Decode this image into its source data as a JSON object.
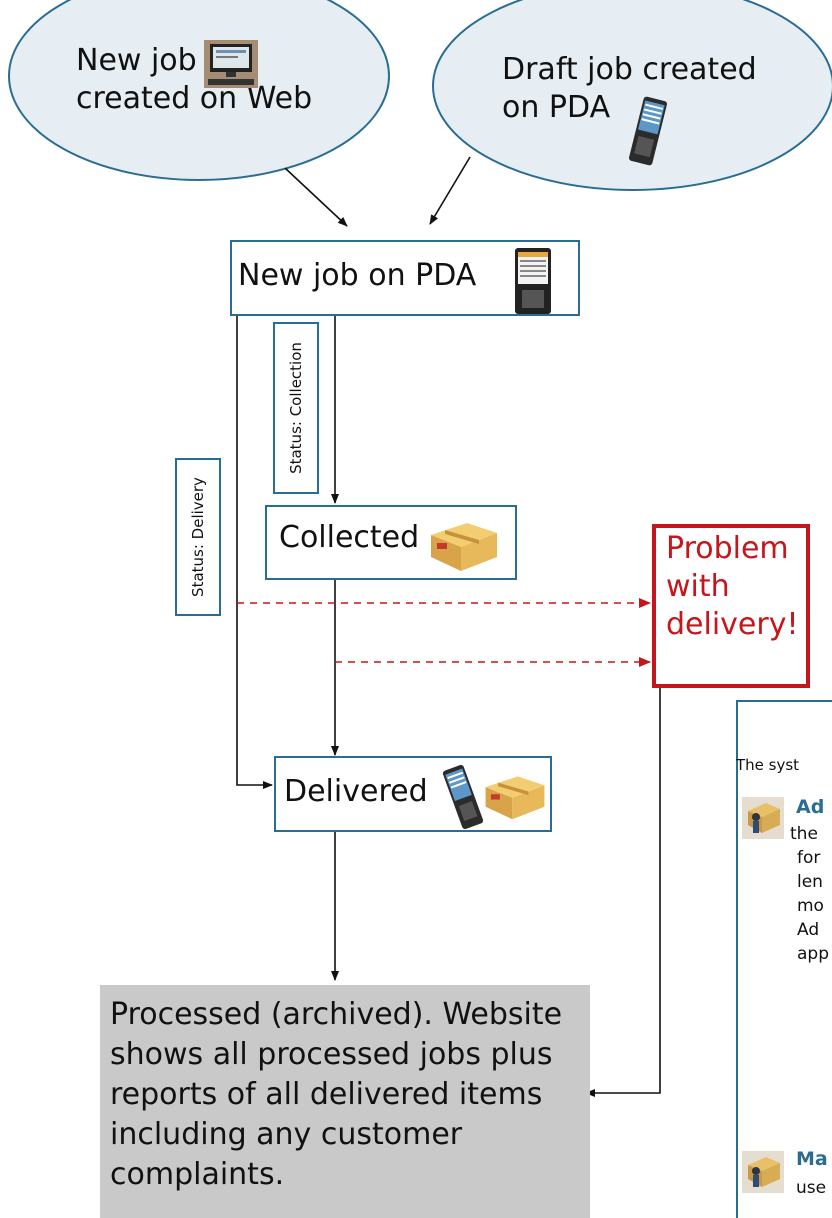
{
  "start_nodes": {
    "web": {
      "line1": "New job",
      "line2": "created on Web",
      "icon": "desktop-computer-icon"
    },
    "pda": {
      "line1": "Draft job created",
      "line2": "on PDA",
      "icon": "pda-phone-icon"
    }
  },
  "nodes": {
    "new_job": {
      "label": "New job on PDA",
      "icon": "pda-screen-icon"
    },
    "collected": {
      "label": "Collected",
      "icon": "parcel-icon"
    },
    "delivered": {
      "label": "Delivered",
      "icons": [
        "pda-phone-icon",
        "parcel-icon"
      ]
    },
    "problem": {
      "line1": "Problem",
      "line2": "with",
      "line3": "delivery!"
    },
    "processed": {
      "line1": "Processed (archived). Website",
      "line2": "shows all processed jobs plus",
      "line3": "reports of all delivered items",
      "line4": "including any customer",
      "line5": "complaints."
    }
  },
  "edge_labels": {
    "collection": "Status: Collection",
    "delivery": "Status: Delivery"
  },
  "side_panel": {
    "intro": "The syst",
    "roles": [
      {
        "title": "Ad",
        "lines": [
          "the",
          "for",
          "len",
          "mo",
          "Ad",
          "app"
        ]
      },
      {
        "title": "Ma",
        "lines": [
          "use"
        ]
      }
    ]
  },
  "colors": {
    "node_border": "#2a6d93",
    "ellipse_fill": "#e6eef3",
    "problem_red": "#c6151b",
    "processed_fill": "#c9c9c9"
  }
}
